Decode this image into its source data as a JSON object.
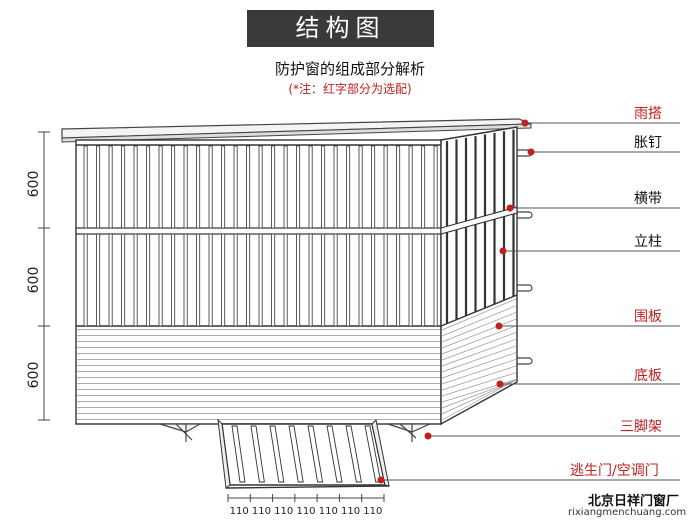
{
  "header": {
    "title": "结构图",
    "subtitle": "防护窗的组成部分解析",
    "note": "(*注：红字部分为选配)"
  },
  "parts": {
    "rain_cover": "雨搭",
    "expansion_nail": "胀钉",
    "cross_band": "横带",
    "post": "立柱",
    "panel": "围板",
    "bottom_plate": "底板",
    "tripod": "三脚架",
    "escape_door": "逃生门/空调门"
  },
  "colors": {
    "optional_red": "#c0201e",
    "standard_black": "#111111"
  },
  "dimensions": {
    "height_segment_1": "600",
    "height_segment_2": "600",
    "height_segment_3": "600",
    "door_bar_spacing": [
      "110",
      "110",
      "110",
      "110",
      "110",
      "110",
      "110"
    ]
  },
  "brand": {
    "name": "北京日祥门窗厂",
    "url": "rixiangmenchuang.com"
  }
}
